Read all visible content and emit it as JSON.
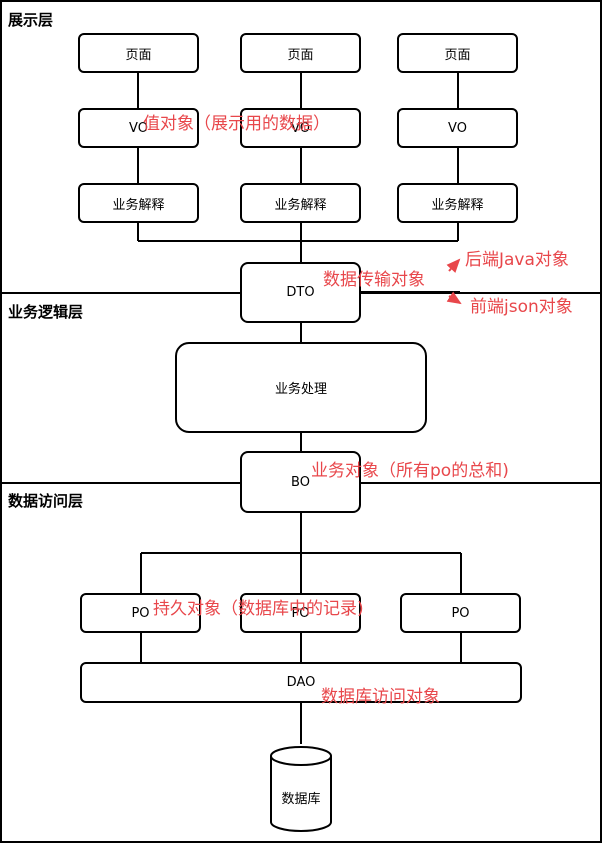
{
  "layers": {
    "presentation": "展示层",
    "business": "业务逻辑层",
    "data_access": "数据访问层"
  },
  "nodes": {
    "page_1": "页面",
    "page_2": "页面",
    "page_3": "页面",
    "vo_1": "VO",
    "vo_2": "VO",
    "vo_3": "VO",
    "biz_explain_1": "业务解释",
    "biz_explain_2": "业务解释",
    "biz_explain_3": "业务解释",
    "dto": "DTO",
    "biz_process": "业务处理",
    "bo": "BO",
    "po_1": "PO",
    "po_2": "PO",
    "po_3": "PO",
    "dao": "DAO",
    "database": "数据库"
  },
  "annotations": {
    "vo_note": "值对象（展示用的数据）",
    "dto_note": "数据传输对象",
    "backend_note": "后端Java对象",
    "frontend_note": "前端json对象",
    "bo_note": "业务对象（所有po的总和)",
    "po_note": "持久对象（数据库中的记录)",
    "dao_note": "数据库访问对象"
  },
  "colors": {
    "annotation": "#e8474b",
    "line": "#000000",
    "node_fill": "#ffffff"
  }
}
